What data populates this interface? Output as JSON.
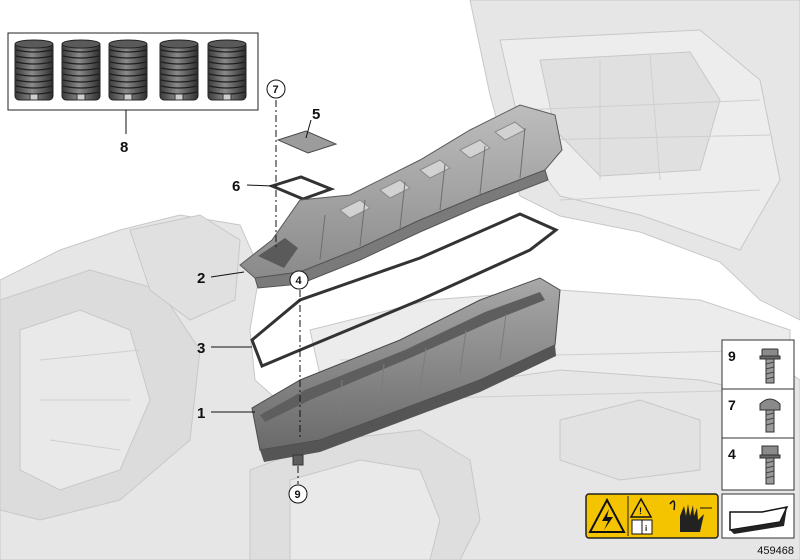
{
  "callouts": {
    "c1": "1",
    "c2": "2",
    "c3": "3",
    "c4": "4",
    "c5": "5",
    "c6": "6",
    "c7": "7",
    "c8": "8",
    "c9": "9"
  },
  "legend": {
    "items": [
      {
        "number": "9",
        "icon": "hex-flange-bolt-icon"
      },
      {
        "number": "7",
        "icon": "torx-bolt-icon"
      },
      {
        "number": "4",
        "icon": "hex-bolt-icon"
      }
    ]
  },
  "warning_icons": [
    "high-voltage-warning-icon",
    "read-manual-icon",
    "protective-gloves-icon"
  ],
  "diagram_id": "459468",
  "colors": {
    "body_gray": "#e4e4e4",
    "body_stroke": "#c6c6c6",
    "part_gray": "#9a9a9a",
    "part_dark": "#6c6c6c",
    "warning_yellow": "#f5c400"
  }
}
